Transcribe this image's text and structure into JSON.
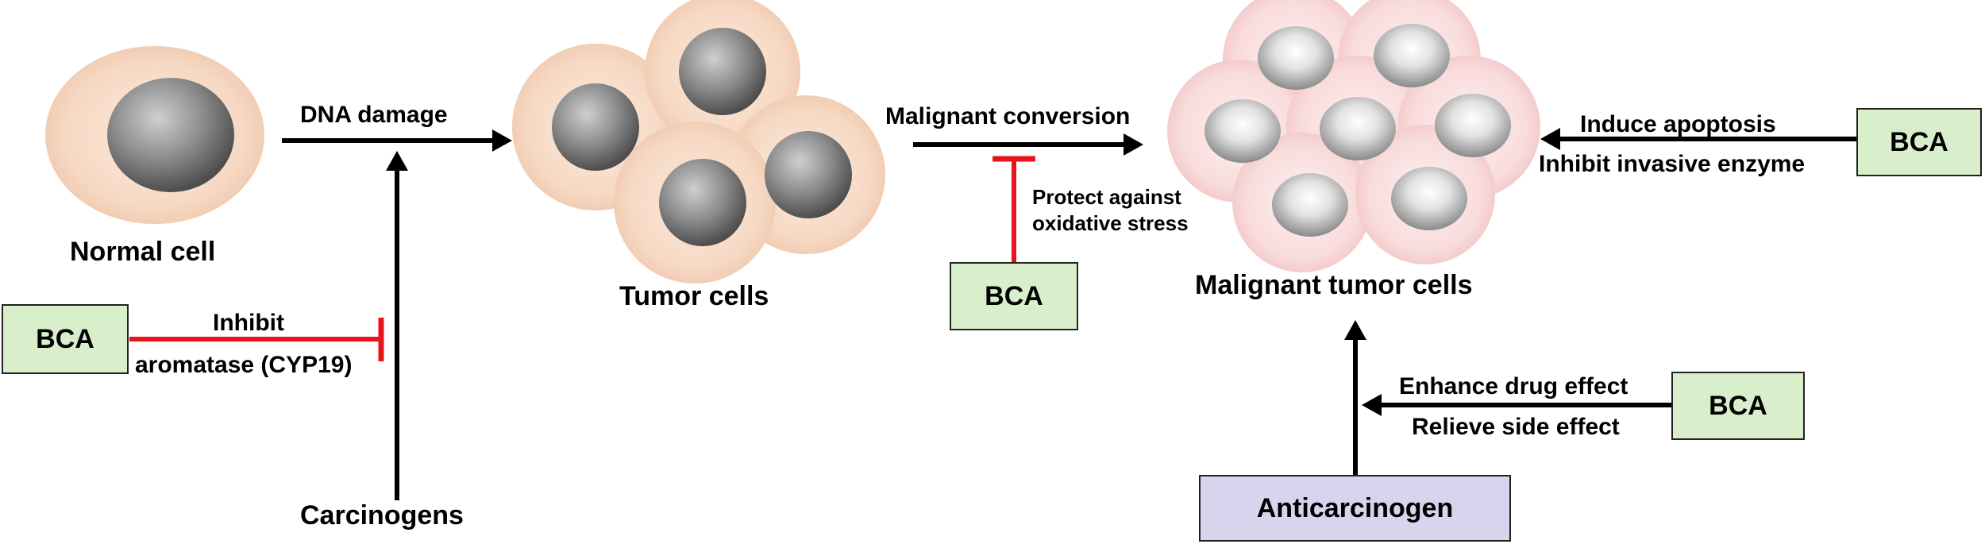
{
  "labels": {
    "normal_cell": "Normal cell",
    "dna_damage": "DNA damage",
    "tumor_cells": "Tumor cells",
    "malignant_conversion": "Malignant conversion",
    "malignant_tumor_cells": "Malignant tumor cells",
    "carcinogens": "Carcinogens",
    "inhibit": "Inhibit",
    "aromatase": "aromatase (CYP19)",
    "protect_line1": "Protect against",
    "protect_line2": "oxidative stress",
    "induce_apoptosis": "Induce apoptosis",
    "inhibit_invasive": "Inhibit invasive enzyme",
    "enhance_drug": "Enhance drug effect",
    "relieve_side": "Relieve side effect"
  },
  "boxes": {
    "bca": "BCA",
    "anticarcinogen": "Anticarcinogen"
  },
  "colors": {
    "cell_cytoplasm": "#f6d9c4",
    "malignant_cytoplasm": "#f8dada",
    "nucleus_dark": "#6e6e6e",
    "nucleus_light": "#d0d0d0",
    "bca_fill": "#d9eecb",
    "anti_fill": "#d7d4ee",
    "inhibit_red": "#e8141b",
    "arrow_black": "#000000"
  }
}
